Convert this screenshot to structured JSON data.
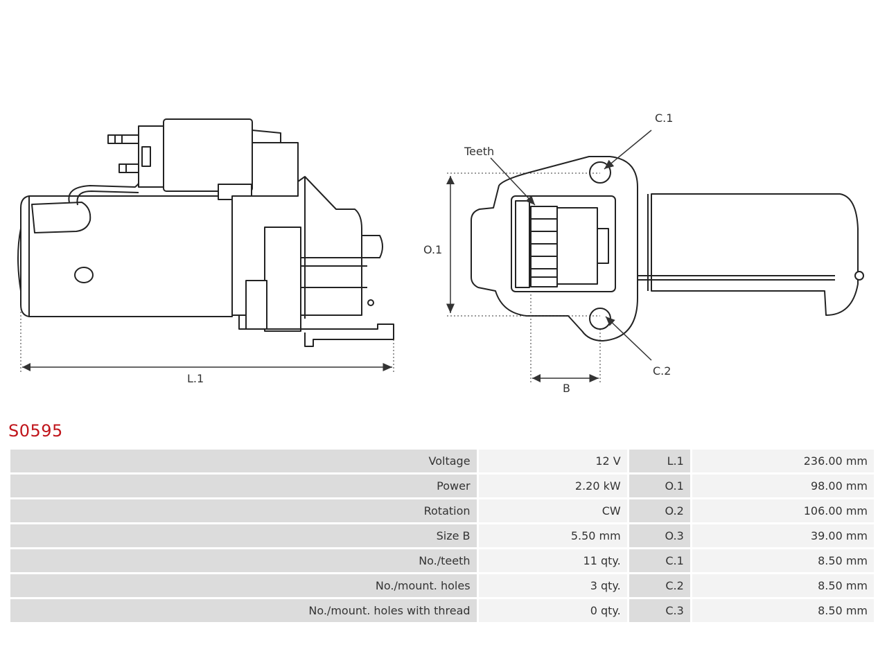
{
  "drawing": {
    "left_labels": {
      "length": "L.1"
    },
    "right_labels": {
      "c1": "C.1",
      "c2": "C.2",
      "teeth": "Teeth",
      "o1": "O.1",
      "b": "B"
    }
  },
  "product": {
    "code": "S0595"
  },
  "specs": [
    {
      "label": "Voltage",
      "value": "12 V",
      "dim_label": "L.1",
      "dim_value": "236.00 mm"
    },
    {
      "label": "Power",
      "value": "2.20 kW",
      "dim_label": "O.1",
      "dim_value": "98.00 mm"
    },
    {
      "label": "Rotation",
      "value": "CW",
      "dim_label": "O.2",
      "dim_value": "106.00 mm"
    },
    {
      "label": "Size B",
      "value": "5.50 mm",
      "dim_label": "O.3",
      "dim_value": "39.00 mm"
    },
    {
      "label": "No./teeth",
      "value": "11 qty.",
      "dim_label": "C.1",
      "dim_value": "8.50 mm"
    },
    {
      "label": "No./mount. holes",
      "value": "3 qty.",
      "dim_label": "C.2",
      "dim_value": "8.50 mm"
    },
    {
      "label": "No./mount. holes with thread",
      "value": "0 qty.",
      "dim_label": "C.3",
      "dim_value": "8.50 mm"
    }
  ],
  "colors": {
    "accent": "#c0151b",
    "label_cell": "#dcdcdc",
    "value_cell": "#f3f3f3"
  }
}
